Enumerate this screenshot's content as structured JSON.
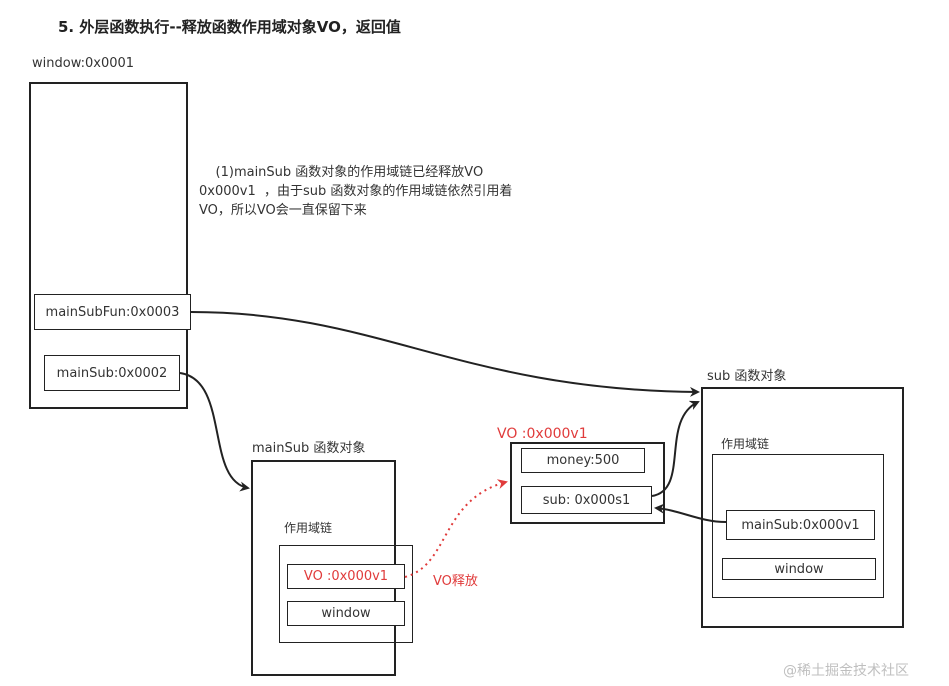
{
  "title": "5. 外层函数执行--释放函数作用域对象VO，返回值",
  "window_label": "window:0x0001",
  "note_lines": [
    "    (1)mainSub 函数对象的作用域链已经释放VO",
    "0x000v1  ，由于sub 函数对象的作用域链依然引用着",
    "VO，所以VO会一直保留下来"
  ],
  "window_cells": {
    "main_sub_fun": "mainSubFun:0x0003",
    "main_sub": "mainSub:0x0002"
  },
  "mainsub_obj": {
    "label": "mainSub 函数对象",
    "scope_label": "作用域链",
    "vo_ref": "VO :0x000v1",
    "window_ref": "window"
  },
  "release_label": "VO释放",
  "vo_obj": {
    "label": "VO :0x000v1",
    "money": "money:500",
    "sub": "sub: 0x000s1"
  },
  "sub_obj": {
    "label": "sub 函数对象",
    "scope_label": "作用域链",
    "main_sub_ref": "mainSub:0x000v1",
    "window_ref": "window"
  },
  "watermark": "@稀土掘金技术社区",
  "colors": {
    "line": "#222222",
    "release": "#e03b3b"
  }
}
